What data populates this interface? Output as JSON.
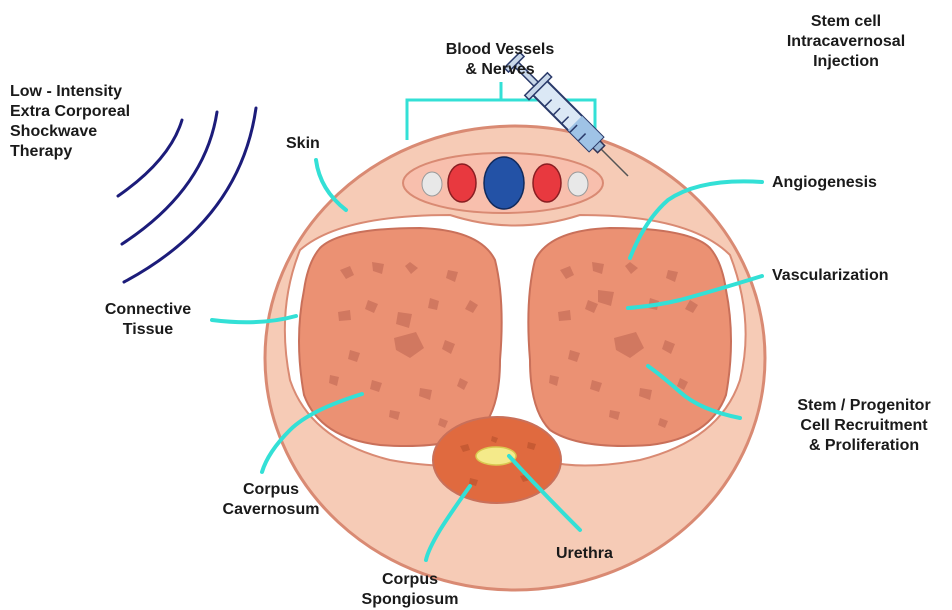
{
  "labels": {
    "shockwave": [
      "Low - Intensity",
      "Extra Corporeal",
      "Shockwave",
      "Therapy"
    ],
    "blood_vessels": [
      "Blood Vessels",
      "& Nerves"
    ],
    "stem_cell_injection": [
      "Stem cell",
      "Intracavernosal",
      "Injection"
    ],
    "skin": "Skin",
    "angiogenesis": "Angiogenesis",
    "vascularization": "Vascularization",
    "connective_tissue": [
      "Connective",
      "Tissue"
    ],
    "stem_progenitor": [
      "Stem / Progenitor",
      "Cell Recruitment",
      "& Proliferation"
    ],
    "corpus_cavernosum": [
      "Corpus",
      "Cavernosum"
    ],
    "urethra": "Urethra",
    "corpus_spongiosum": [
      "Corpus",
      "Spongiosum"
    ]
  },
  "colors": {
    "skin_outer": "#f6cbb6",
    "skin_stroke": "#d98a73",
    "cavernosum_fill": "#eb9173",
    "cavernosum_spot": "#c9705a",
    "spongiosum_fill": "#e06a3f",
    "urethra": "#f4ea8a",
    "connective": "#ffffff",
    "artery": "#e8393f",
    "vein": "#2352a6",
    "nerve": "#e8e8e8",
    "leader_line": "#33e0d6",
    "wave": "#1c1c7a"
  }
}
